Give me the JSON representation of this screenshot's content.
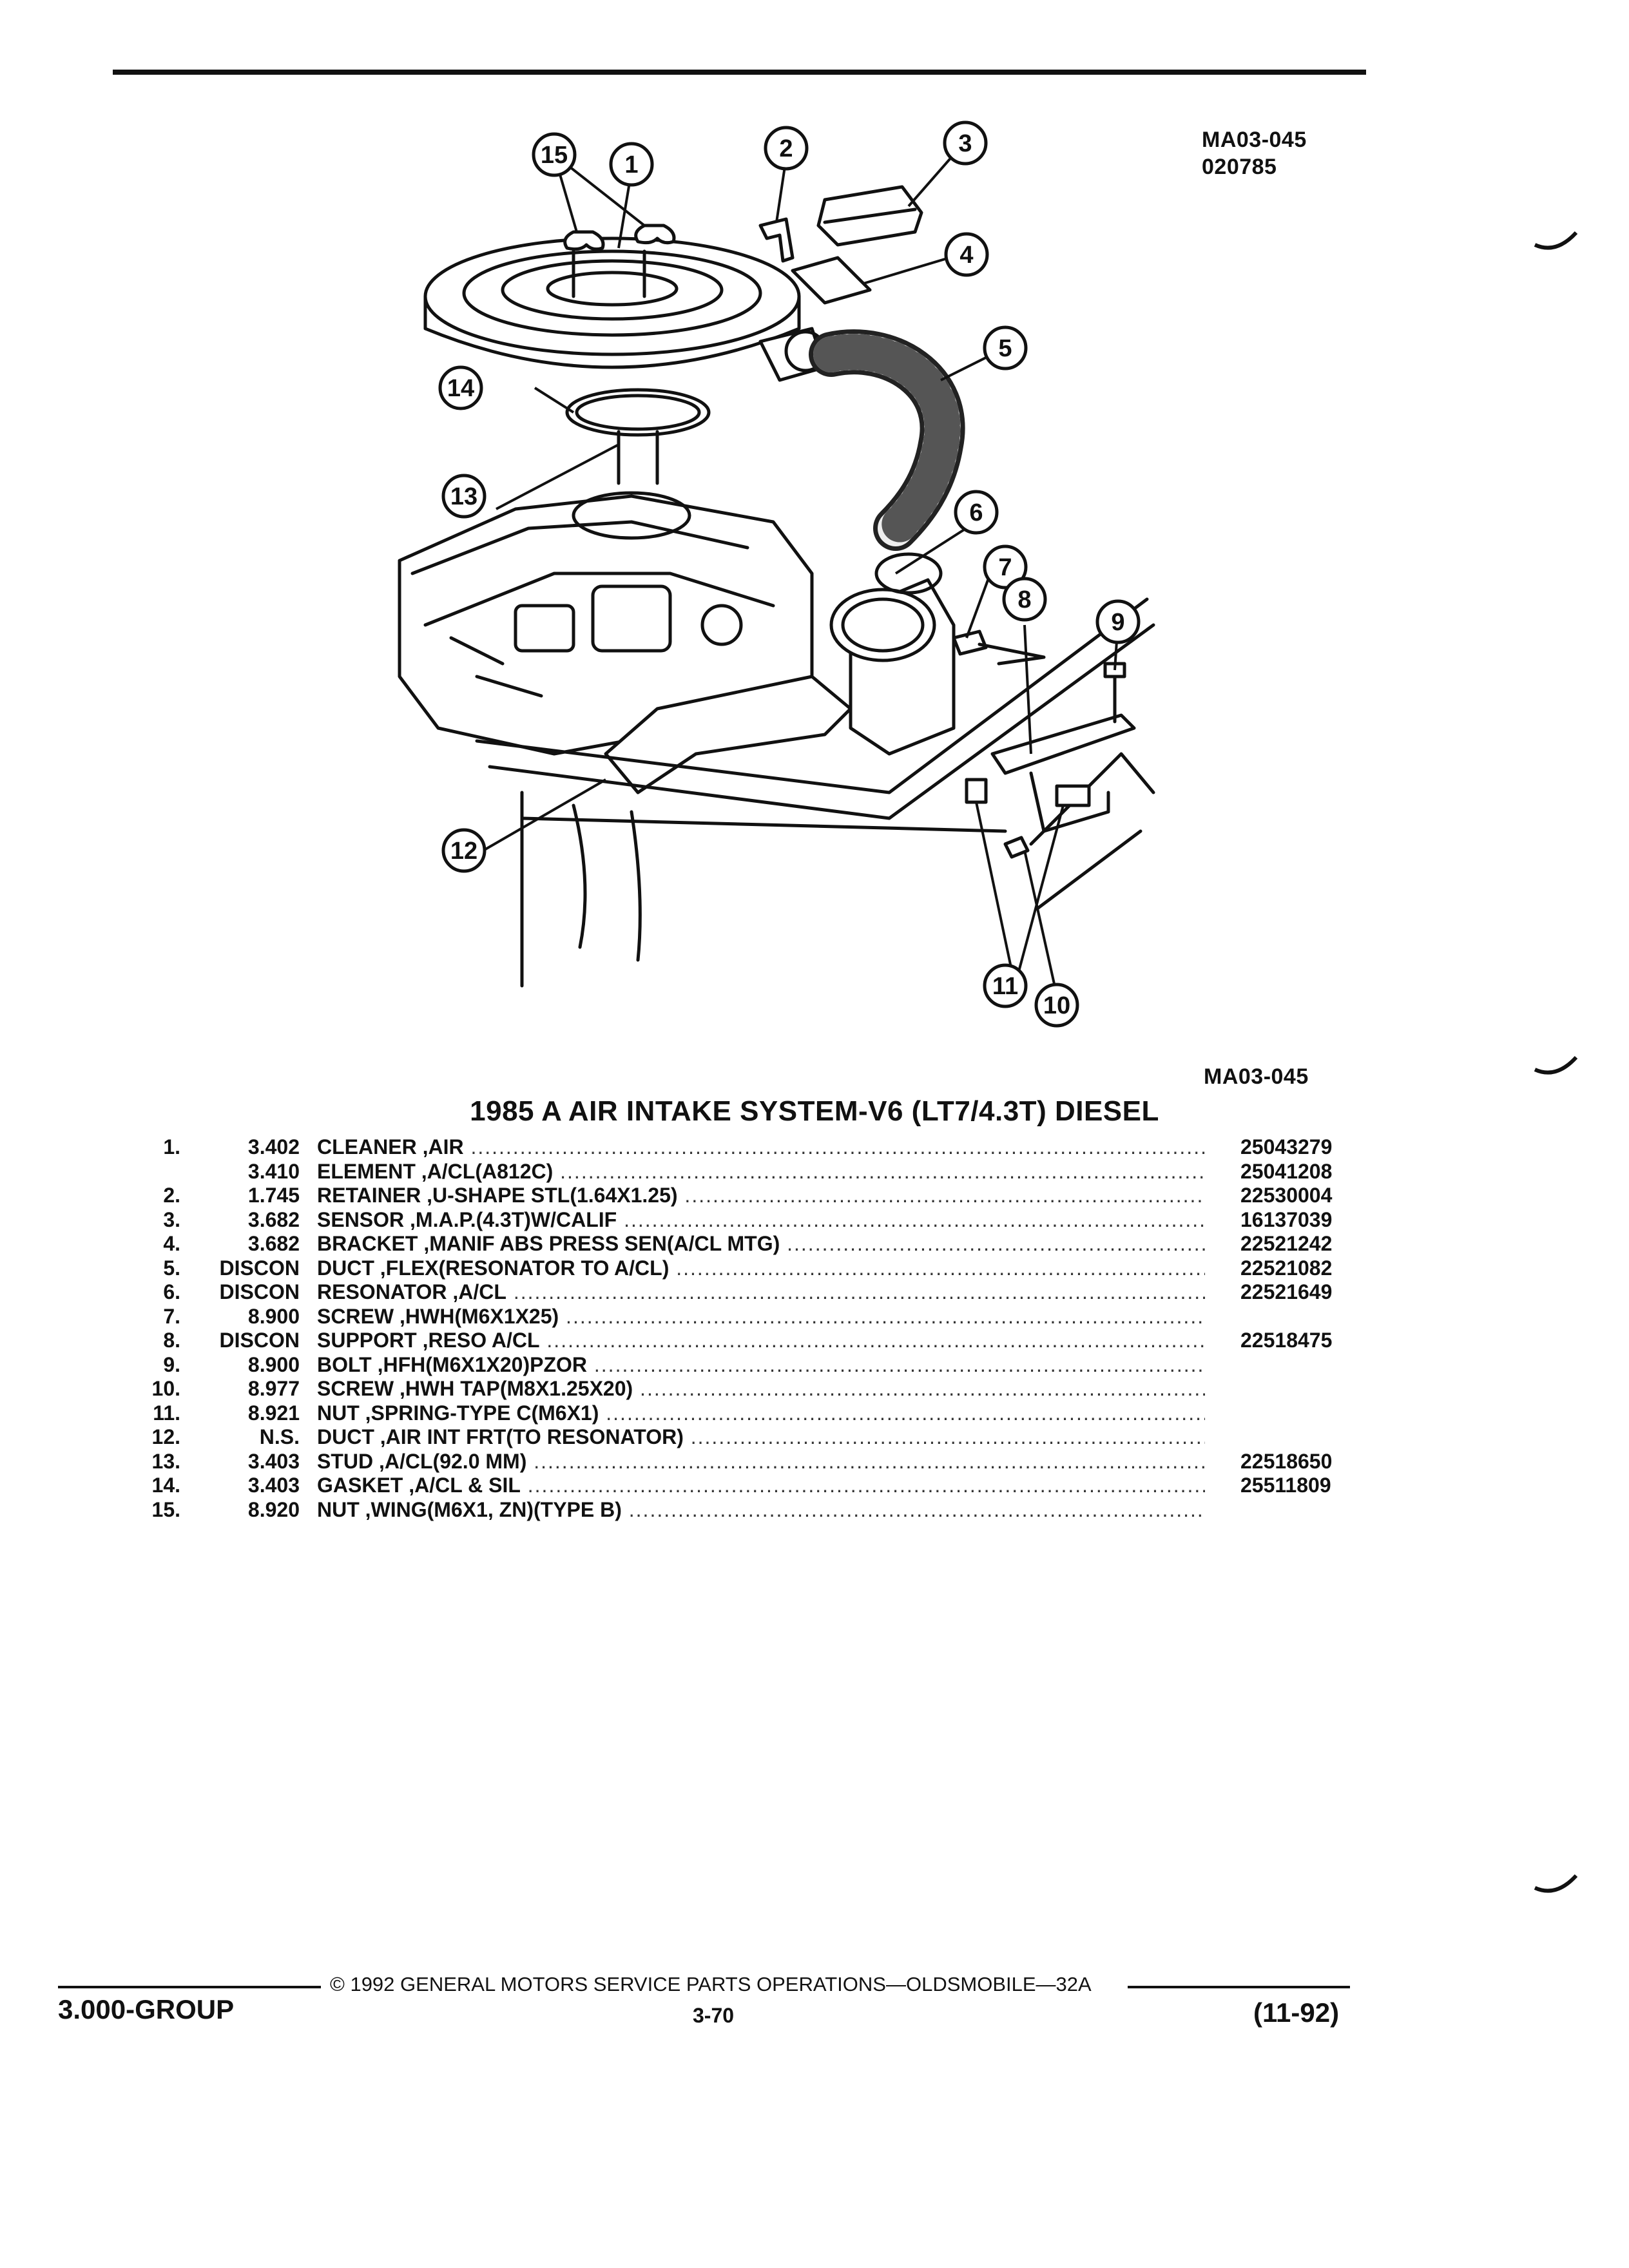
{
  "header": {
    "figure_id": "MA03-045",
    "figure_date": "020785"
  },
  "diagram": {
    "caption_id": "MA03-045",
    "callouts": [
      "1",
      "2",
      "3",
      "4",
      "5",
      "6",
      "7",
      "8",
      "9",
      "10",
      "11",
      "12",
      "13",
      "14",
      "15"
    ]
  },
  "parts": {
    "title": "1985 A AIR INTAKE SYSTEM-V6 (LT7/4.3T) DIESEL",
    "rows": [
      {
        "item": "1.",
        "group": "3.402",
        "desc": "CLEANER ,AIR",
        "pn": "25043279"
      },
      {
        "item": "",
        "group": "3.410",
        "desc": "ELEMENT ,A/CL(A812C)",
        "pn": "25041208"
      },
      {
        "item": "2.",
        "group": "1.745",
        "desc": "RETAINER ,U-SHAPE STL(1.64X1.25)",
        "pn": "22530004"
      },
      {
        "item": "3.",
        "group": "3.682",
        "desc": "SENSOR ,M.A.P.(4.3T)W/CALIF",
        "pn": "16137039"
      },
      {
        "item": "4.",
        "group": "3.682",
        "desc": "BRACKET ,MANIF ABS PRESS SEN(A/CL MTG)",
        "pn": "22521242"
      },
      {
        "item": "5.",
        "group": "DISCON",
        "desc": "DUCT ,FLEX(RESONATOR TO A/CL)",
        "pn": "22521082"
      },
      {
        "item": "6.",
        "group": "DISCON",
        "desc": "RESONATOR ,A/CL",
        "pn": "22521649"
      },
      {
        "item": "7.",
        "group": "8.900",
        "desc": "SCREW ,HWH(M6X1X25)",
        "pn": ""
      },
      {
        "item": "8.",
        "group": "DISCON",
        "desc": "SUPPORT ,RESO A/CL",
        "pn": "22518475"
      },
      {
        "item": "9.",
        "group": "8.900",
        "desc": "BOLT ,HFH(M6X1X20)PZOR",
        "pn": ""
      },
      {
        "item": "10.",
        "group": "8.977",
        "desc": "SCREW ,HWH TAP(M8X1.25X20)",
        "pn": ""
      },
      {
        "item": "11.",
        "group": "8.921",
        "desc": "NUT ,SPRING-TYPE C(M6X1)",
        "pn": ""
      },
      {
        "item": "12.",
        "group": "N.S.",
        "desc": "DUCT ,AIR INT FRT(TO RESONATOR)",
        "pn": ""
      },
      {
        "item": "13.",
        "group": "3.403",
        "desc": "STUD ,A/CL(92.0 MM)",
        "pn": "22518650"
      },
      {
        "item": "14.",
        "group": "3.403",
        "desc": "GASKET ,A/CL & SIL",
        "pn": "25511809"
      },
      {
        "item": "15.",
        "group": "8.920",
        "desc": "NUT ,WING(M6X1, ZN)(TYPE B)",
        "pn": ""
      }
    ]
  },
  "footer": {
    "group": "3.000-GROUP",
    "copyright": "© 1992 GENERAL MOTORS SERVICE PARTS OPERATIONS—OLDSMOBILE—32A",
    "page": "3-70",
    "date": "(11-92)"
  }
}
